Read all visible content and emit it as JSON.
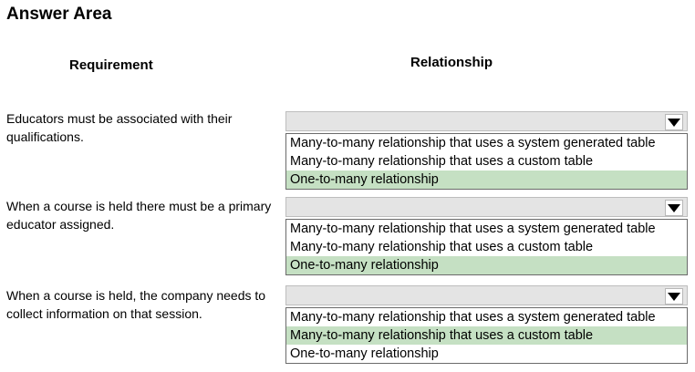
{
  "title": "Answer Area",
  "headers": {
    "requirement": "Requirement",
    "relationship": "Relationship"
  },
  "rows": [
    {
      "requirement": "Educators must be associated with their qualifications.",
      "options": [
        "Many-to-many relationship that uses a system generated table",
        "Many-to-many relationship that uses a custom table",
        "One-to-many relationship"
      ],
      "selected_index": 2
    },
    {
      "requirement": "When a course is held there must be a primary educator assigned.",
      "options": [
        "Many-to-many relationship that uses a system generated table",
        "Many-to-many relationship that uses a custom table",
        "One-to-many relationship"
      ],
      "selected_index": 2
    },
    {
      "requirement": "When a course is held, the company needs to collect information on that session.",
      "options": [
        "Many-to-many relationship that uses a system generated table",
        "Many-to-many relationship that uses a custom table",
        "One-to-many relationship"
      ],
      "selected_index": 1
    }
  ],
  "icons": {
    "dropdown": "chevron-down-icon"
  },
  "colors": {
    "selected_option": "#c5e0c3",
    "dropdown_header": "#e4e4e4"
  }
}
